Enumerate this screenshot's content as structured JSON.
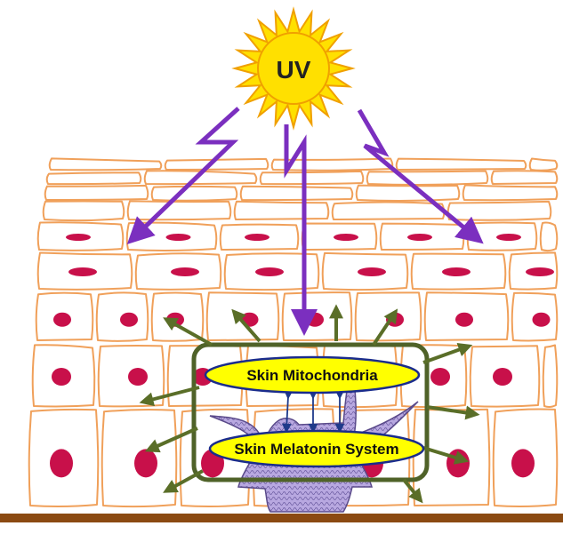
{
  "diagram": {
    "sun_label": "UV",
    "mitochondria_label": "Skin Mitochondria",
    "melatonin_label": "Skin Melatonin System"
  },
  "colors": {
    "cell_outline": "#f0a05a",
    "nucleus": "#c8104a",
    "uv_arrow": "#7b2fbf",
    "signal_arrow": "#5a6e28",
    "inner_arrow": "#1f3a8a",
    "box_border": "#4f6228",
    "ellipse_fill": "#ffff00",
    "ellipse_stroke": "#1a2c8c",
    "sun_fill": "#ffe000",
    "sun_stroke": "#f0a000",
    "melanocyte": "#8a78b8",
    "dermis": "#8b4a12"
  }
}
